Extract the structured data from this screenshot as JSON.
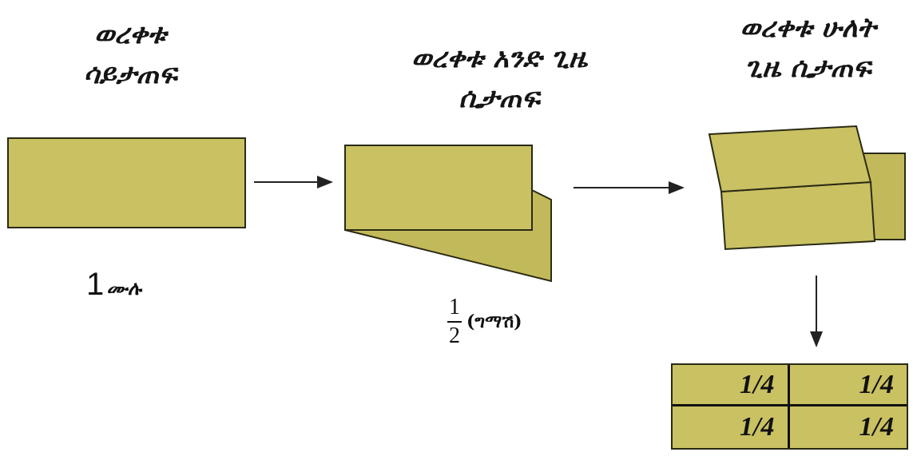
{
  "captions": {
    "unfolded": [
      "ወረቀቱ",
      "ሳይታጠፍ"
    ],
    "folded_once": [
      "ወረቀቱ አንድ ጊዜ",
      "ሲታጠፍ"
    ],
    "folded_twice": [
      "ወረቀቱ ሁለት",
      "ጊዜ ሲታጠፍ"
    ]
  },
  "labels": {
    "whole_number": "1",
    "whole_word": "ሙሉ",
    "half_numerator": "1",
    "half_denominator": "2",
    "half_word": "(ግማሽ)"
  },
  "quarters": [
    "1/4",
    "1/4",
    "1/4",
    "1/4"
  ],
  "colors": {
    "paper_fill": "#c9c162",
    "paper_back_fill": "#c2ba5a",
    "outline": "#2a2a14",
    "arrow": "#222222"
  }
}
